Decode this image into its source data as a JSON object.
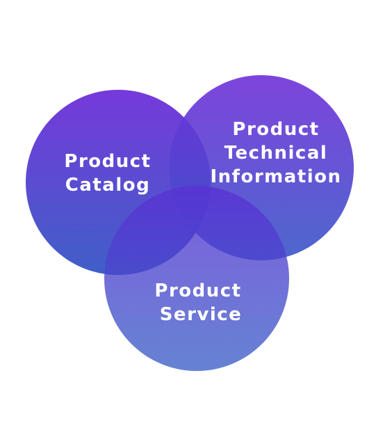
{
  "diagram": {
    "type": "venn",
    "circles": [
      {
        "id": "catalog",
        "lines": [
          "Product",
          "Catalog"
        ],
        "color_top": "#6f2fd9",
        "color_bottom": "#3557c4"
      },
      {
        "id": "technical",
        "lines": [
          "Product",
          "Technical",
          "Information"
        ],
        "color_top": "#6f2fd9",
        "color_bottom": "#3a56c8"
      },
      {
        "id": "service",
        "lines": [
          "Product",
          "Service"
        ],
        "color_top": "#5a2fd4",
        "color_bottom": "#3a5fc6"
      }
    ]
  }
}
